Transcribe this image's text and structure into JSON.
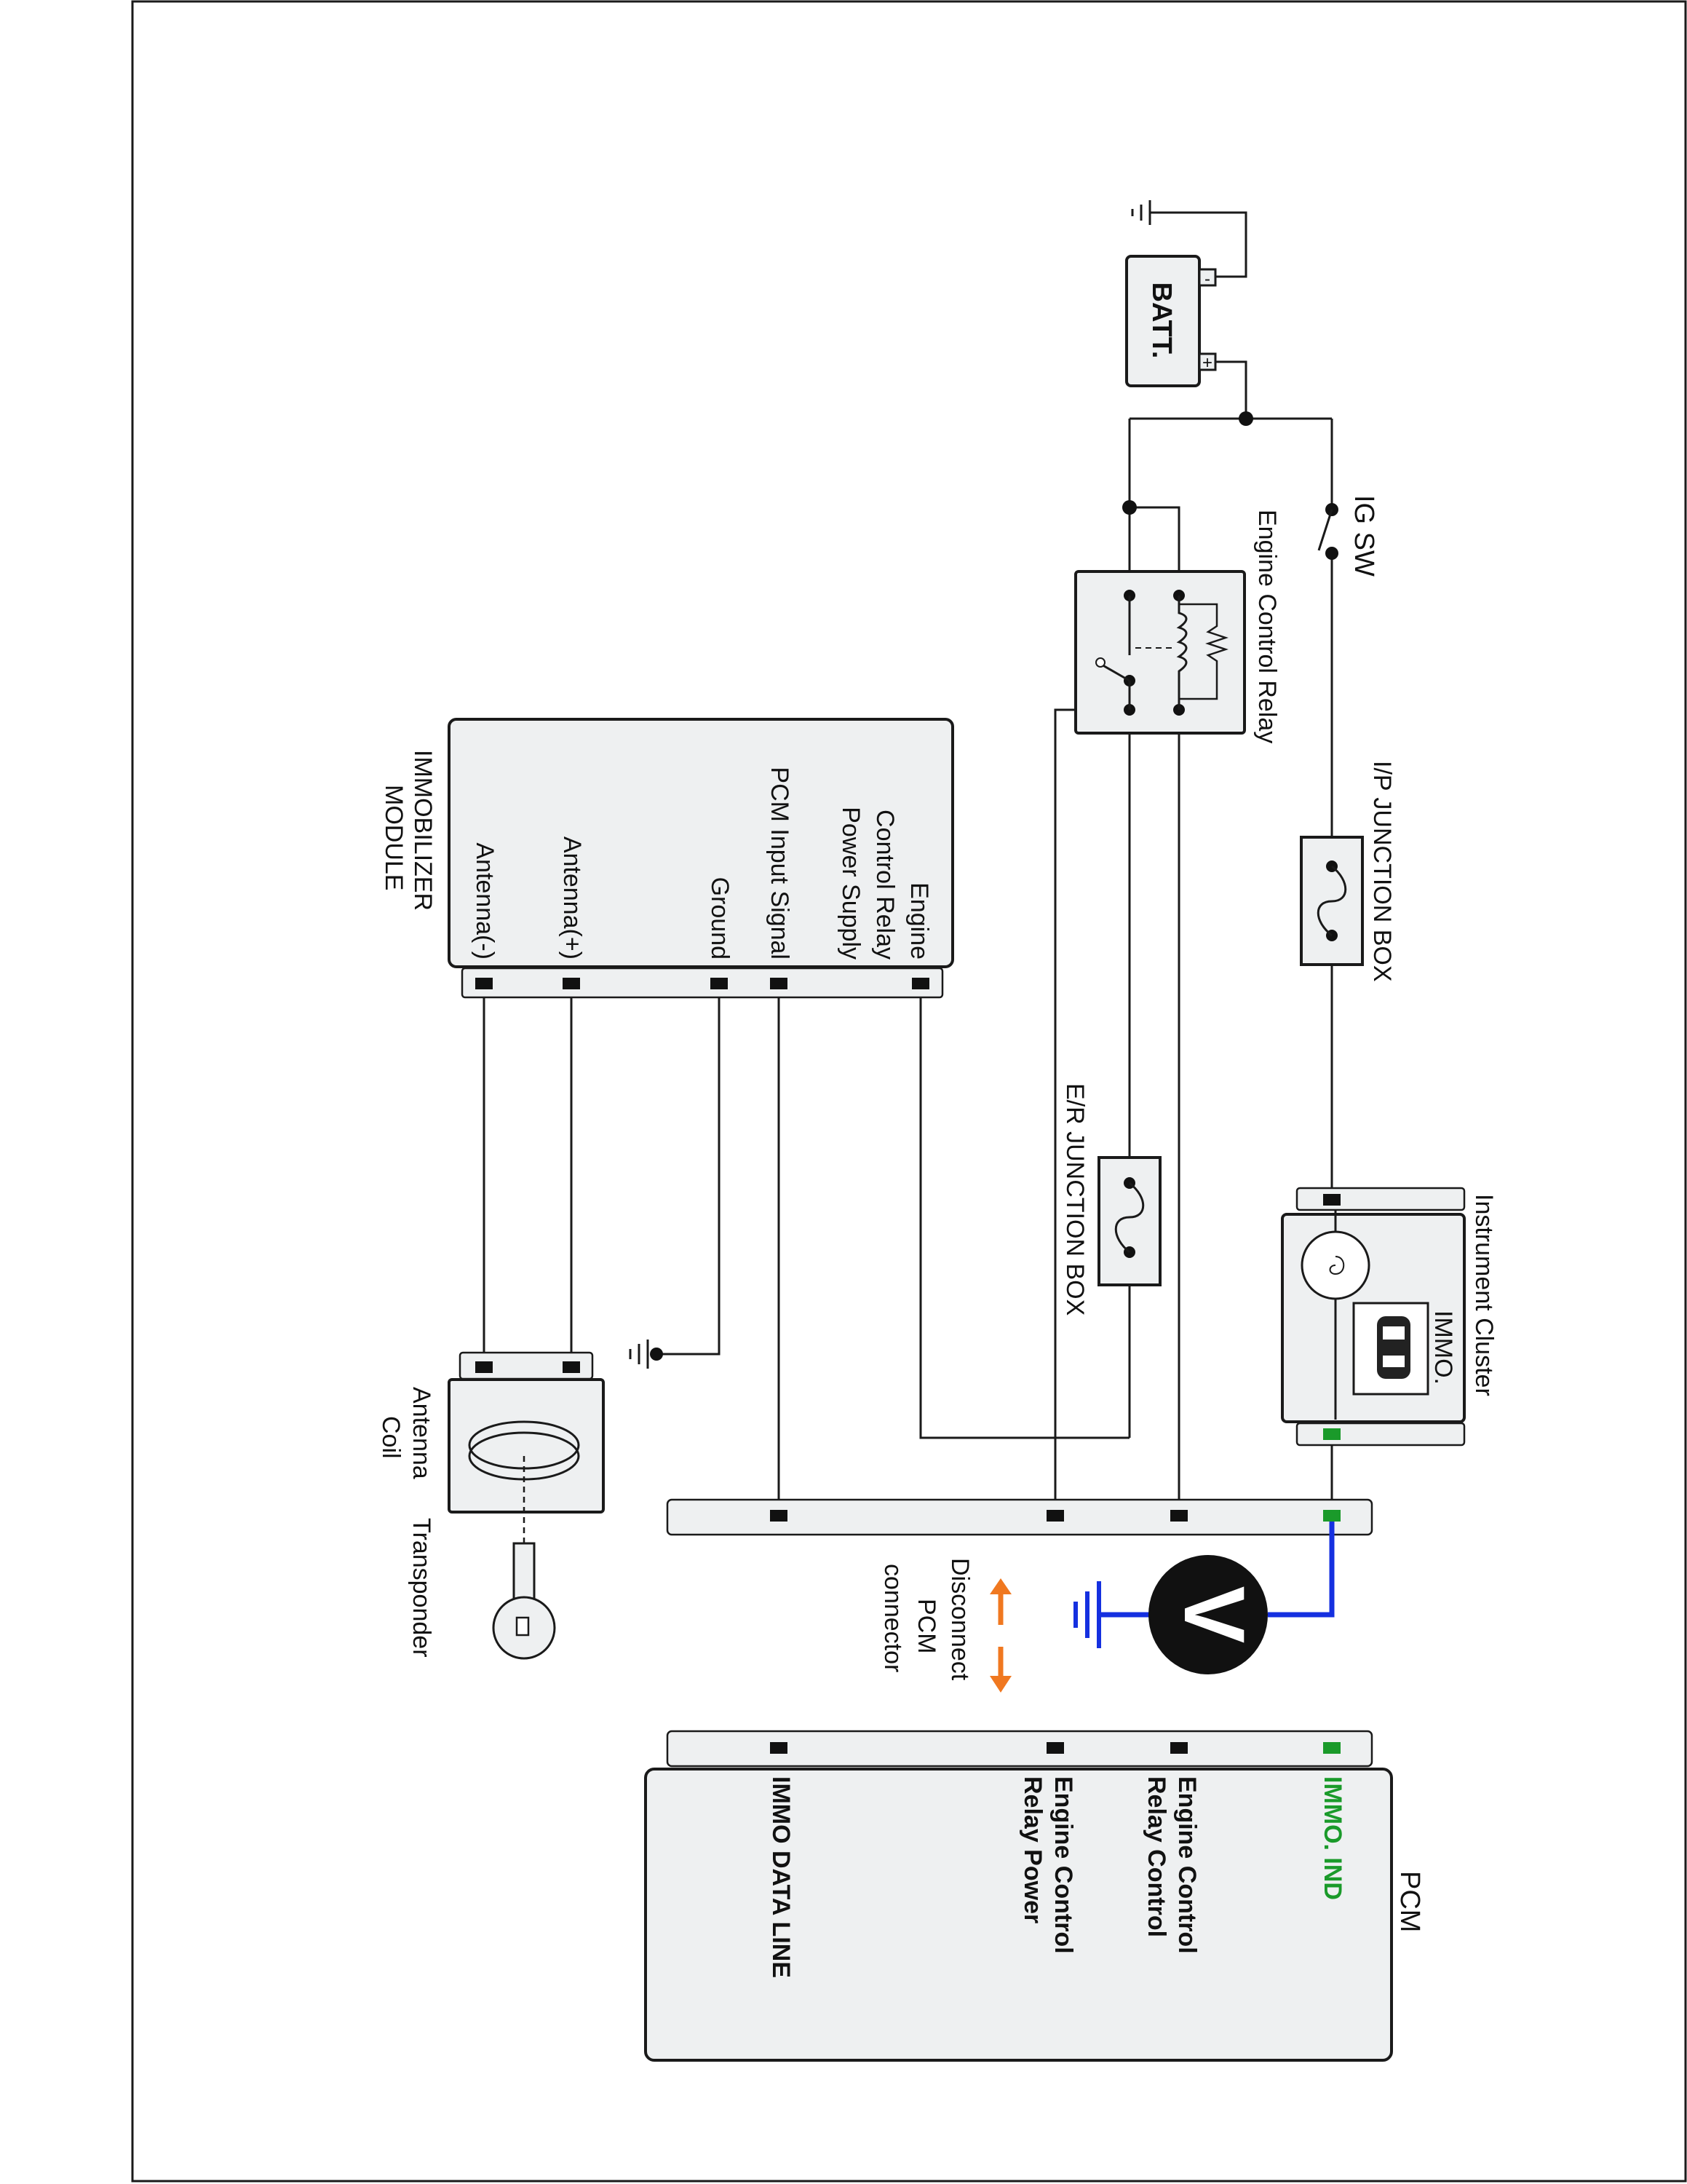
{
  "colors": {
    "wire": "#1a1a1a",
    "component_fill": "#eef0f1",
    "probe_wire": "#1530e0",
    "highlight_green": "#1a9a2a",
    "arrow_orange": "#f07820",
    "meter_fill": "#111111"
  },
  "labels": {
    "battery": "BATT.",
    "battery_neg": "-",
    "battery_pos": "+",
    "ig_sw": "IG SW",
    "engine_control_relay": "Engine Control Relay",
    "ip_junction_box": "I/P JUNCTION BOX",
    "er_junction_box": "E/R JUNCTION BOX",
    "instrument_cluster": "Instrument Cluster",
    "immo_indicator": "IMMO.",
    "immobilizer_module": {
      "title_line1": "IMMOBILIZER",
      "title_line2": "MODULE",
      "pins": [
        {
          "line1": "Engine",
          "line2": "Control Relay",
          "line3": "Power Supply"
        },
        {
          "line1": "PCM Input Signal"
        },
        {
          "line1": "Ground"
        },
        {
          "line1": "Antenna(+)"
        },
        {
          "line1": "Antenna(-)"
        }
      ]
    },
    "antenna_coil": {
      "line1": "Antenna",
      "line2": "Coil"
    },
    "transponder": "Transponder",
    "voltmeter_symbol": "V",
    "disconnect_note": {
      "line1": "Disconnect",
      "line2": "PCM",
      "line3": "connector"
    },
    "pcm": {
      "title": "PCM",
      "pins": [
        {
          "line1": "IMMO. IND"
        },
        {
          "line1": "Engine Control",
          "line2": "Relay Control"
        },
        {
          "line1": "Engine Control",
          "line2": "Relay Power"
        },
        {
          "line1": "IMMO DATA LINE"
        }
      ]
    }
  },
  "icons": [
    "ground-icon",
    "battery-icon",
    "switch-icon",
    "relay-coil-icon",
    "fuse-icon",
    "lamp-icon",
    "key-icon",
    "voltmeter-icon",
    "arrow-icon"
  ]
}
